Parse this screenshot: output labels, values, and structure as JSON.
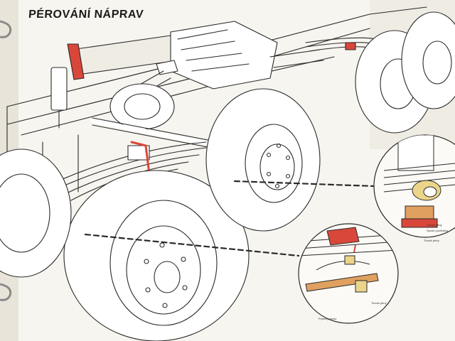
{
  "title": "PÉROVÁNÍ NÁPRAV",
  "callouts": [
    {
      "id": "rubber-pad-top",
      "text": "Tlumič pěny"
    },
    {
      "id": "support-bracket",
      "text": "Spodní podložka"
    },
    {
      "id": "spring-plate",
      "text": "Tlumič pěny"
    },
    {
      "id": "rubber-stop",
      "text": "Pryžový doraz"
    },
    {
      "id": "damper-bottom",
      "text": "Tlumič pěny"
    }
  ],
  "colors": {
    "paper": "#f7f5ef",
    "ink": "#2a2a2a",
    "highlight_red": "#d9473a",
    "highlight_orange": "#e0a060",
    "detail_yellow": "#ecd48a",
    "binder": "#d9d6cc"
  }
}
